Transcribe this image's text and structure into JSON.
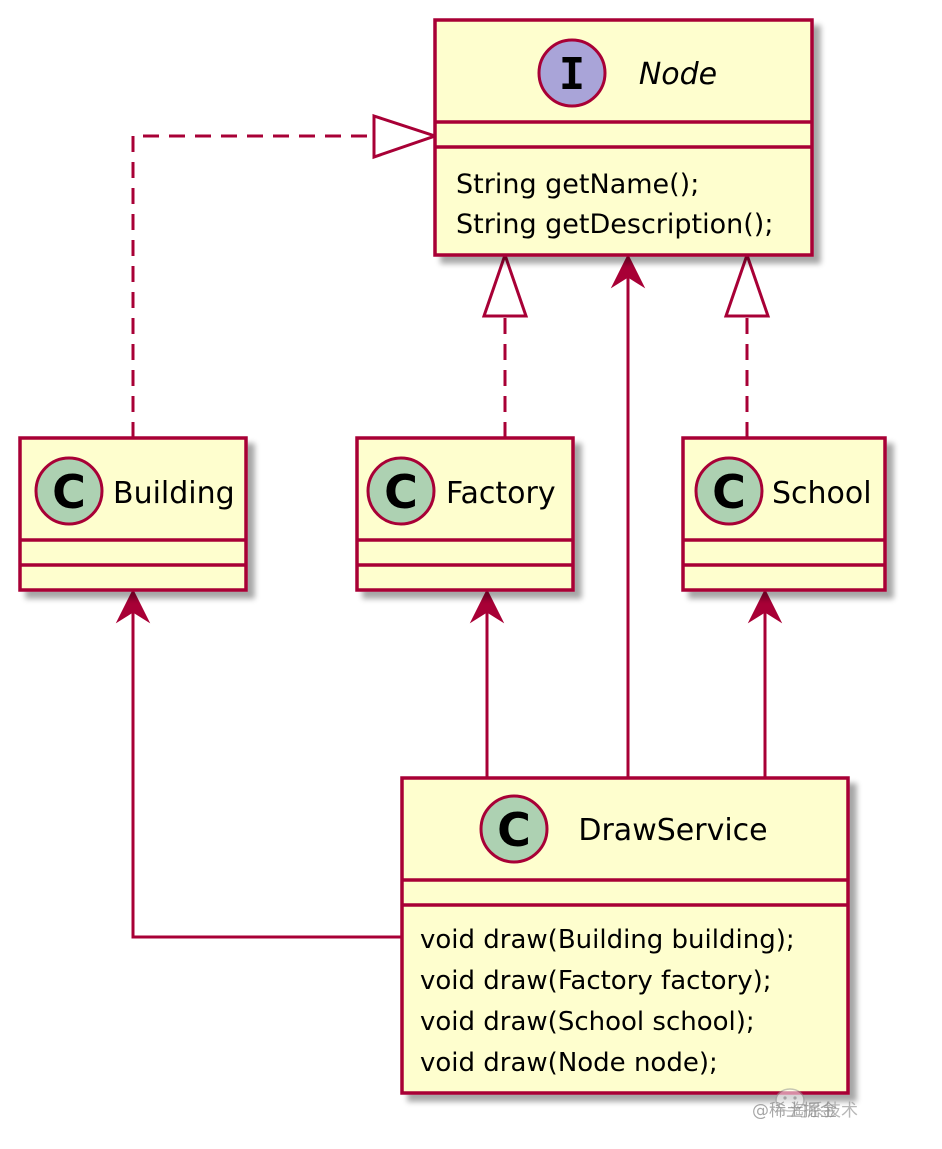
{
  "diagram": {
    "type": "uml-class-diagram",
    "colors": {
      "border": "#A80036",
      "box_fill": "#FEFECE",
      "class_badge": "#ADD1B2",
      "interface_badge": "#A9A4D8",
      "shadow": "#BDBDBD"
    },
    "node": {
      "badge": "I",
      "name": "Node",
      "stereotype": "interface",
      "fields": [],
      "methods": [
        "String getName();",
        "String getDescription();"
      ]
    },
    "building": {
      "badge": "C",
      "name": "Building",
      "fields": [],
      "methods": []
    },
    "factory": {
      "badge": "C",
      "name": "Factory",
      "fields": [],
      "methods": []
    },
    "school": {
      "badge": "C",
      "name": "School",
      "fields": [],
      "methods": []
    },
    "drawservice": {
      "badge": "C",
      "name": "DrawService",
      "fields": [],
      "methods": [
        "void draw(Building building);",
        "void draw(Factory factory);",
        "void draw(School school);",
        "void draw(Node node);"
      ]
    },
    "relations": [
      {
        "from": "Building",
        "to": "Node",
        "kind": "realization"
      },
      {
        "from": "Factory",
        "to": "Node",
        "kind": "realization"
      },
      {
        "from": "School",
        "to": "Node",
        "kind": "realization"
      },
      {
        "from": "DrawService",
        "to": "Node",
        "kind": "association"
      },
      {
        "from": "DrawService",
        "to": "Building",
        "kind": "association"
      },
      {
        "from": "DrawService",
        "to": "Factory",
        "kind": "association"
      },
      {
        "from": "DrawService",
        "to": "School",
        "kind": "association"
      }
    ]
  },
  "watermark": {
    "line1": "@稀土掘金",
    "line2": "淘系技术"
  }
}
